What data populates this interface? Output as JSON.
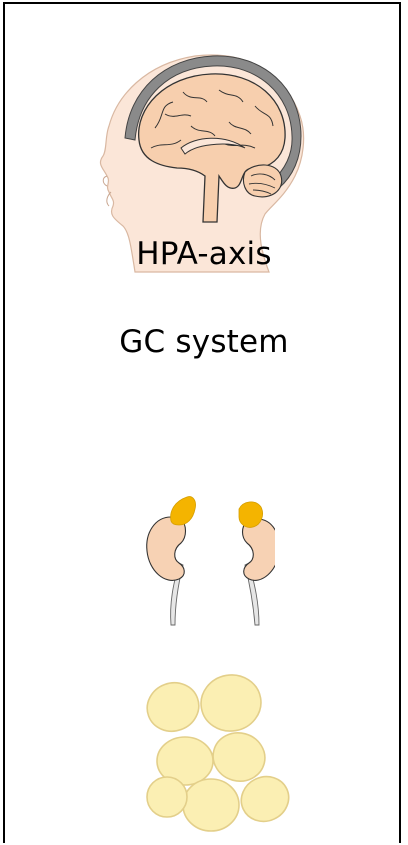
{
  "labels": {
    "hpa_axis": "HPA-axis",
    "gc_system": "GC system"
  },
  "colors": {
    "brain_fill": "#f7cfae",
    "head_fill": "#fbe6d8",
    "skull_gray": "#8a8a8a",
    "adrenal_fill": "#f4b400",
    "kidney_fill": "#f7d2b4",
    "fat_cell_fill": "#fbefb3",
    "fat_cell_stroke": "#e3cf8a",
    "outline": "#333333"
  },
  "icons": {
    "head_brain": "head-brain-illustration",
    "kidneys": "kidneys-with-adrenal-glands",
    "fat_cells": "adipocytes-cluster"
  }
}
